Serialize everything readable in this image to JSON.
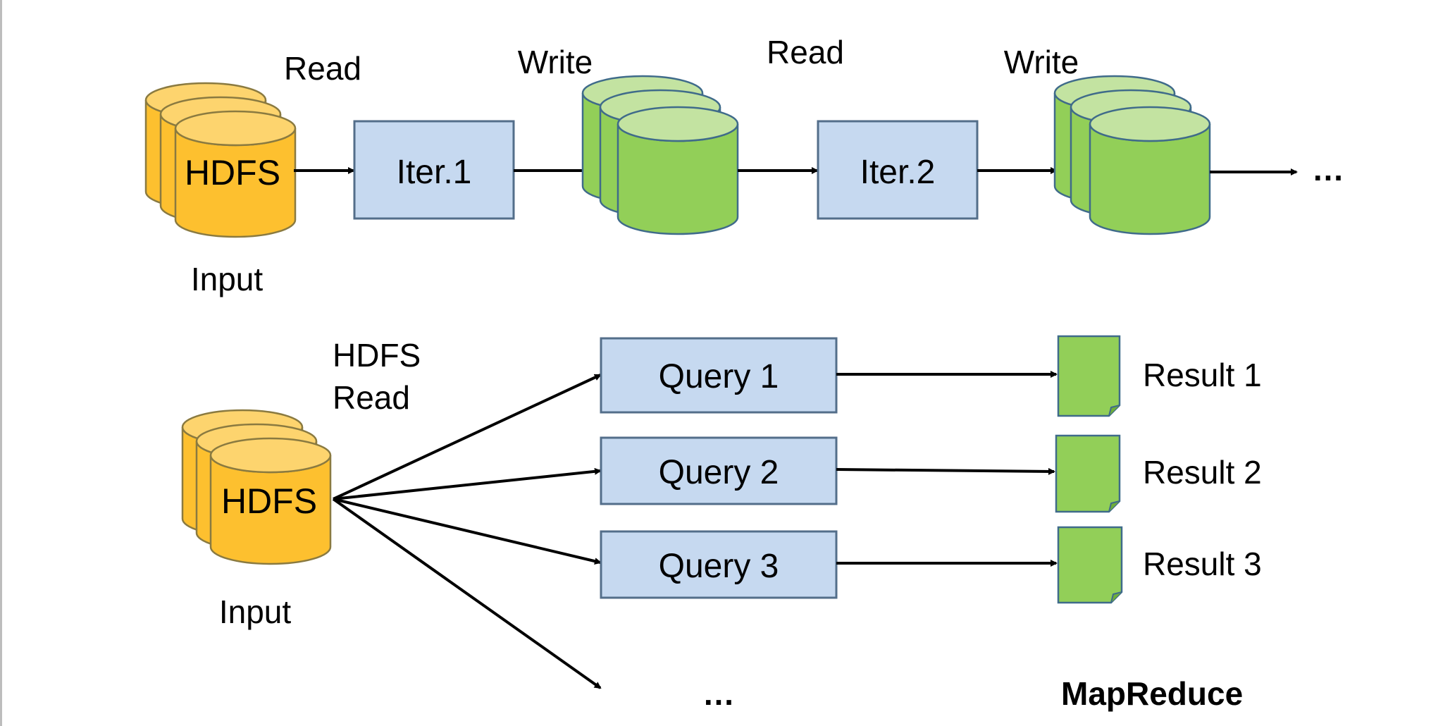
{
  "colors": {
    "hdfs_fill": "#fdc02f",
    "hdfs_top": "#fdd46e",
    "hdfs_stroke": "#8a7a40",
    "green_fill": "#92cf58",
    "green_top": "#c3e3a1",
    "green_stroke": "#3f6b8a",
    "box_fill": "#c6d9f0",
    "box_stroke": "#536e8a",
    "doc_fill": "#92cf58",
    "arrow": "#000000"
  },
  "top_row": {
    "input_store": {
      "label": "HDFS",
      "caption": "Input"
    },
    "read_1": "Read",
    "iter_1": "Iter.1",
    "write_1": "Write",
    "read_2": "Read",
    "iter_2": "Iter.2",
    "write_2": "Write",
    "ellipsis": "…"
  },
  "bottom_row": {
    "input_store": {
      "label": "HDFS",
      "caption": "Input"
    },
    "hdfs_read_line1": "HDFS",
    "hdfs_read_line2": "Read",
    "queries": [
      {
        "label": "Query 1",
        "result": "Result 1"
      },
      {
        "label": "Query 2",
        "result": "Result 2"
      },
      {
        "label": "Query 3",
        "result": "Result 3"
      }
    ],
    "ellipsis": "…",
    "framework_label": "MapReduce"
  }
}
